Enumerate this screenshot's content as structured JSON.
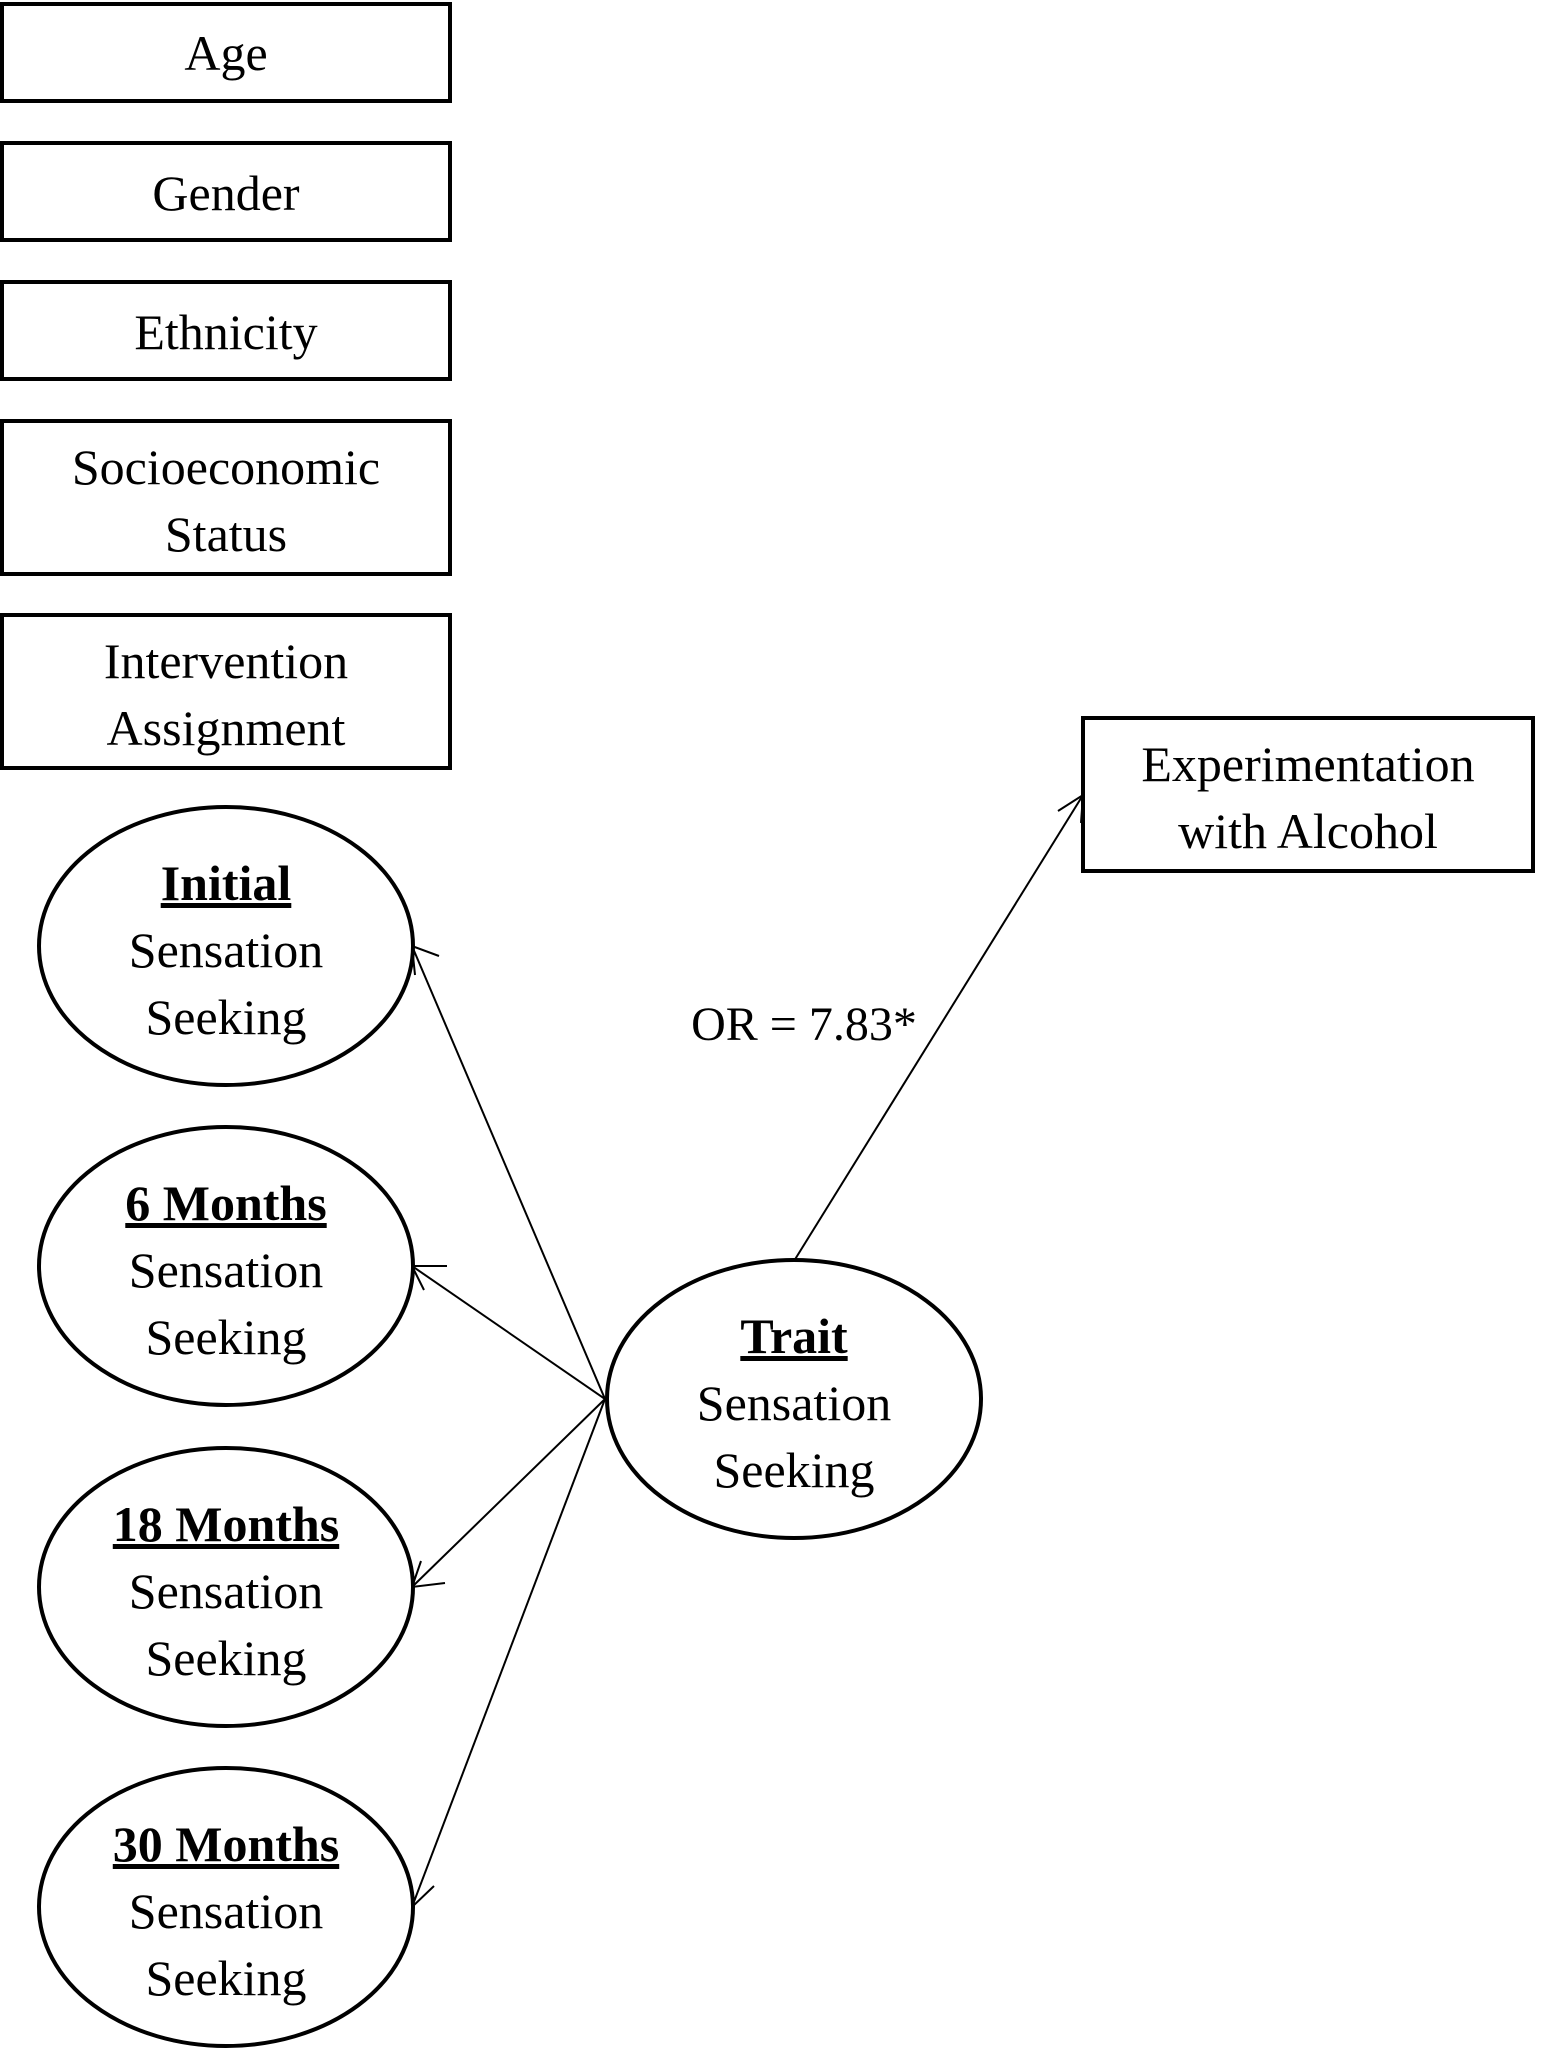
{
  "covariates": [
    {
      "id": "age",
      "lines": [
        "Age"
      ]
    },
    {
      "id": "gender",
      "lines": [
        "Gender"
      ]
    },
    {
      "id": "ethnicity",
      "lines": [
        "Ethnicity"
      ]
    },
    {
      "id": "ses",
      "lines": [
        "Socioeconomic",
        "Status"
      ]
    },
    {
      "id": "intervention",
      "lines": [
        "Intervention",
        "Assignment"
      ]
    }
  ],
  "indicators": [
    {
      "id": "initial",
      "bold": "Initial",
      "lines": [
        "Sensation",
        "Seeking"
      ]
    },
    {
      "id": "6-months",
      "bold": "6 Months",
      "lines": [
        "Sensation",
        "Seeking"
      ]
    },
    {
      "id": "18-months",
      "bold": "18 Months",
      "lines": [
        "Sensation",
        "Seeking"
      ]
    },
    {
      "id": "30-months",
      "bold": "30 Months",
      "lines": [
        "Sensation",
        "Seeking"
      ]
    }
  ],
  "latent": {
    "bold": "Trait",
    "lines": [
      "Sensation",
      "Seeking"
    ]
  },
  "outcome": {
    "lines": [
      "Experimentation",
      "with Alcohol"
    ]
  },
  "path_label": "OR = 7.83*"
}
